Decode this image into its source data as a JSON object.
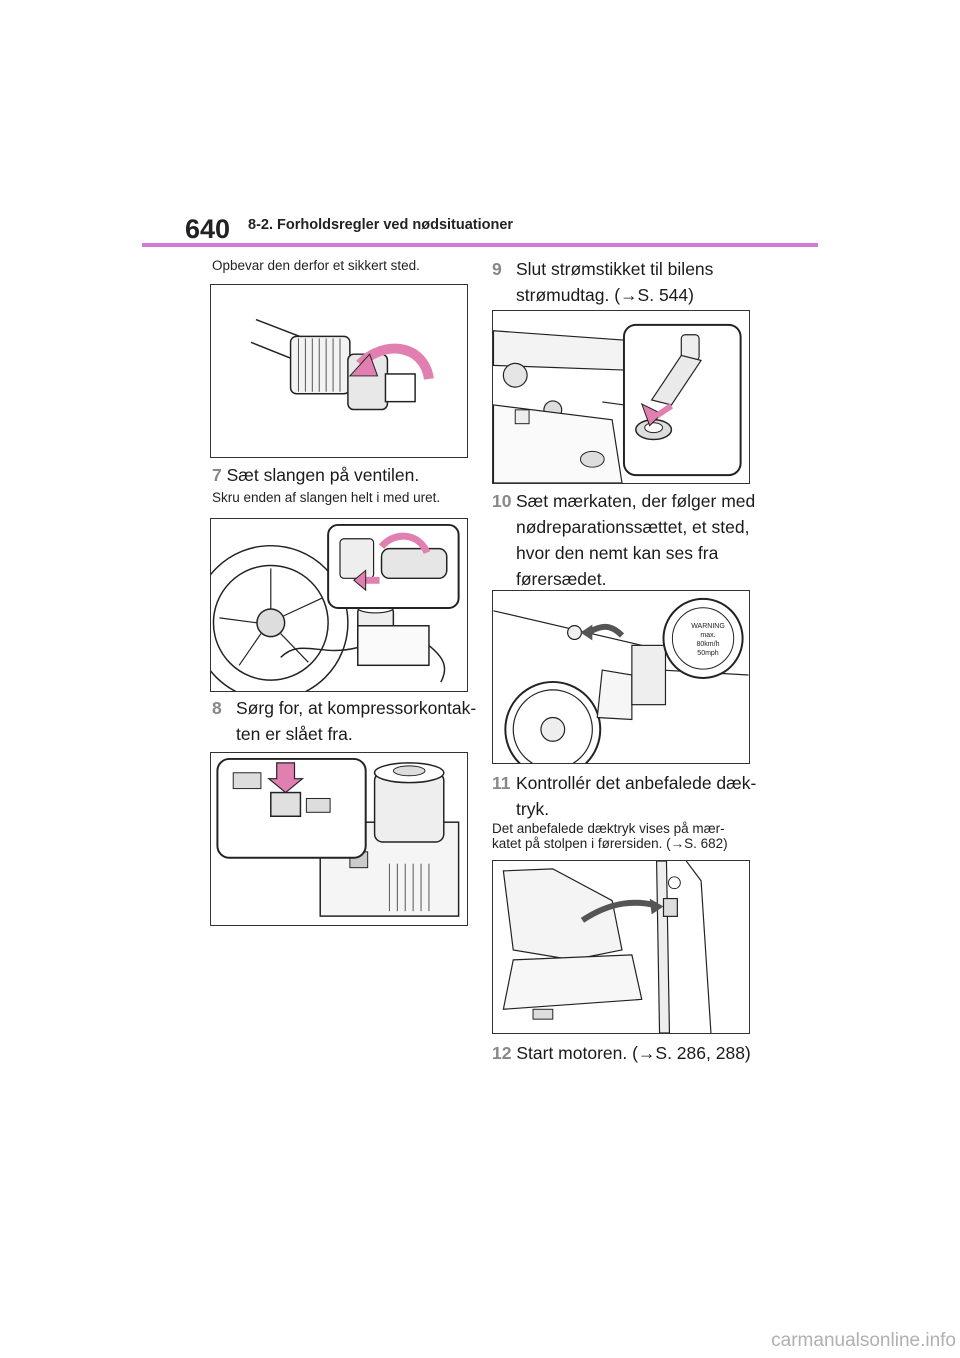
{
  "header": {
    "page_number": "640",
    "section_title": "8-2. Forholdsregler ved nødsituationer"
  },
  "left_column": {
    "intro_note": "Opbevar den derfor et sikkert sted.",
    "step7": {
      "num": "7",
      "text": "Sæt slangen på ventilen."
    },
    "step7_note": "Skru enden af slangen helt i med uret.",
    "step8": {
      "num": "8",
      "text_line1": "Sørg for, at kompressorkontak-",
      "text_line2": "ten er slået fra."
    }
  },
  "right_column": {
    "step9": {
      "num": "9",
      "text_line1": "Slut strømstikket til bilens",
      "text_line2": "strømudtag. (→S. 544)"
    },
    "step10": {
      "num": "10",
      "text_line1": "Sæt mærkaten, der følger med",
      "text_line2": "nødreparationssættet, et sted,",
      "text_line3": "hvor den nemt kan ses fra",
      "text_line4": "førersædet."
    },
    "step11": {
      "num": "11",
      "text_line1": "Kontrollér det anbefalede dæk-",
      "text_line2": "tryk."
    },
    "step11_note_line1": "Det anbefalede dæktryk vises på mær-",
    "step11_note_line2": "katet på stolpen i førersiden. (→S. 682)",
    "step12": {
      "num": "12",
      "text": "Start motoren. (→S. 286, 288)"
    }
  },
  "warning_sticker": {
    "title": "WARNING",
    "max": "max.",
    "speed_kmh": "80km/h",
    "speed_mph": "50mph"
  },
  "colors": {
    "accent": "#d27ad6",
    "arrow": "#e07fb0"
  },
  "watermark": "carmanualsonline.info"
}
